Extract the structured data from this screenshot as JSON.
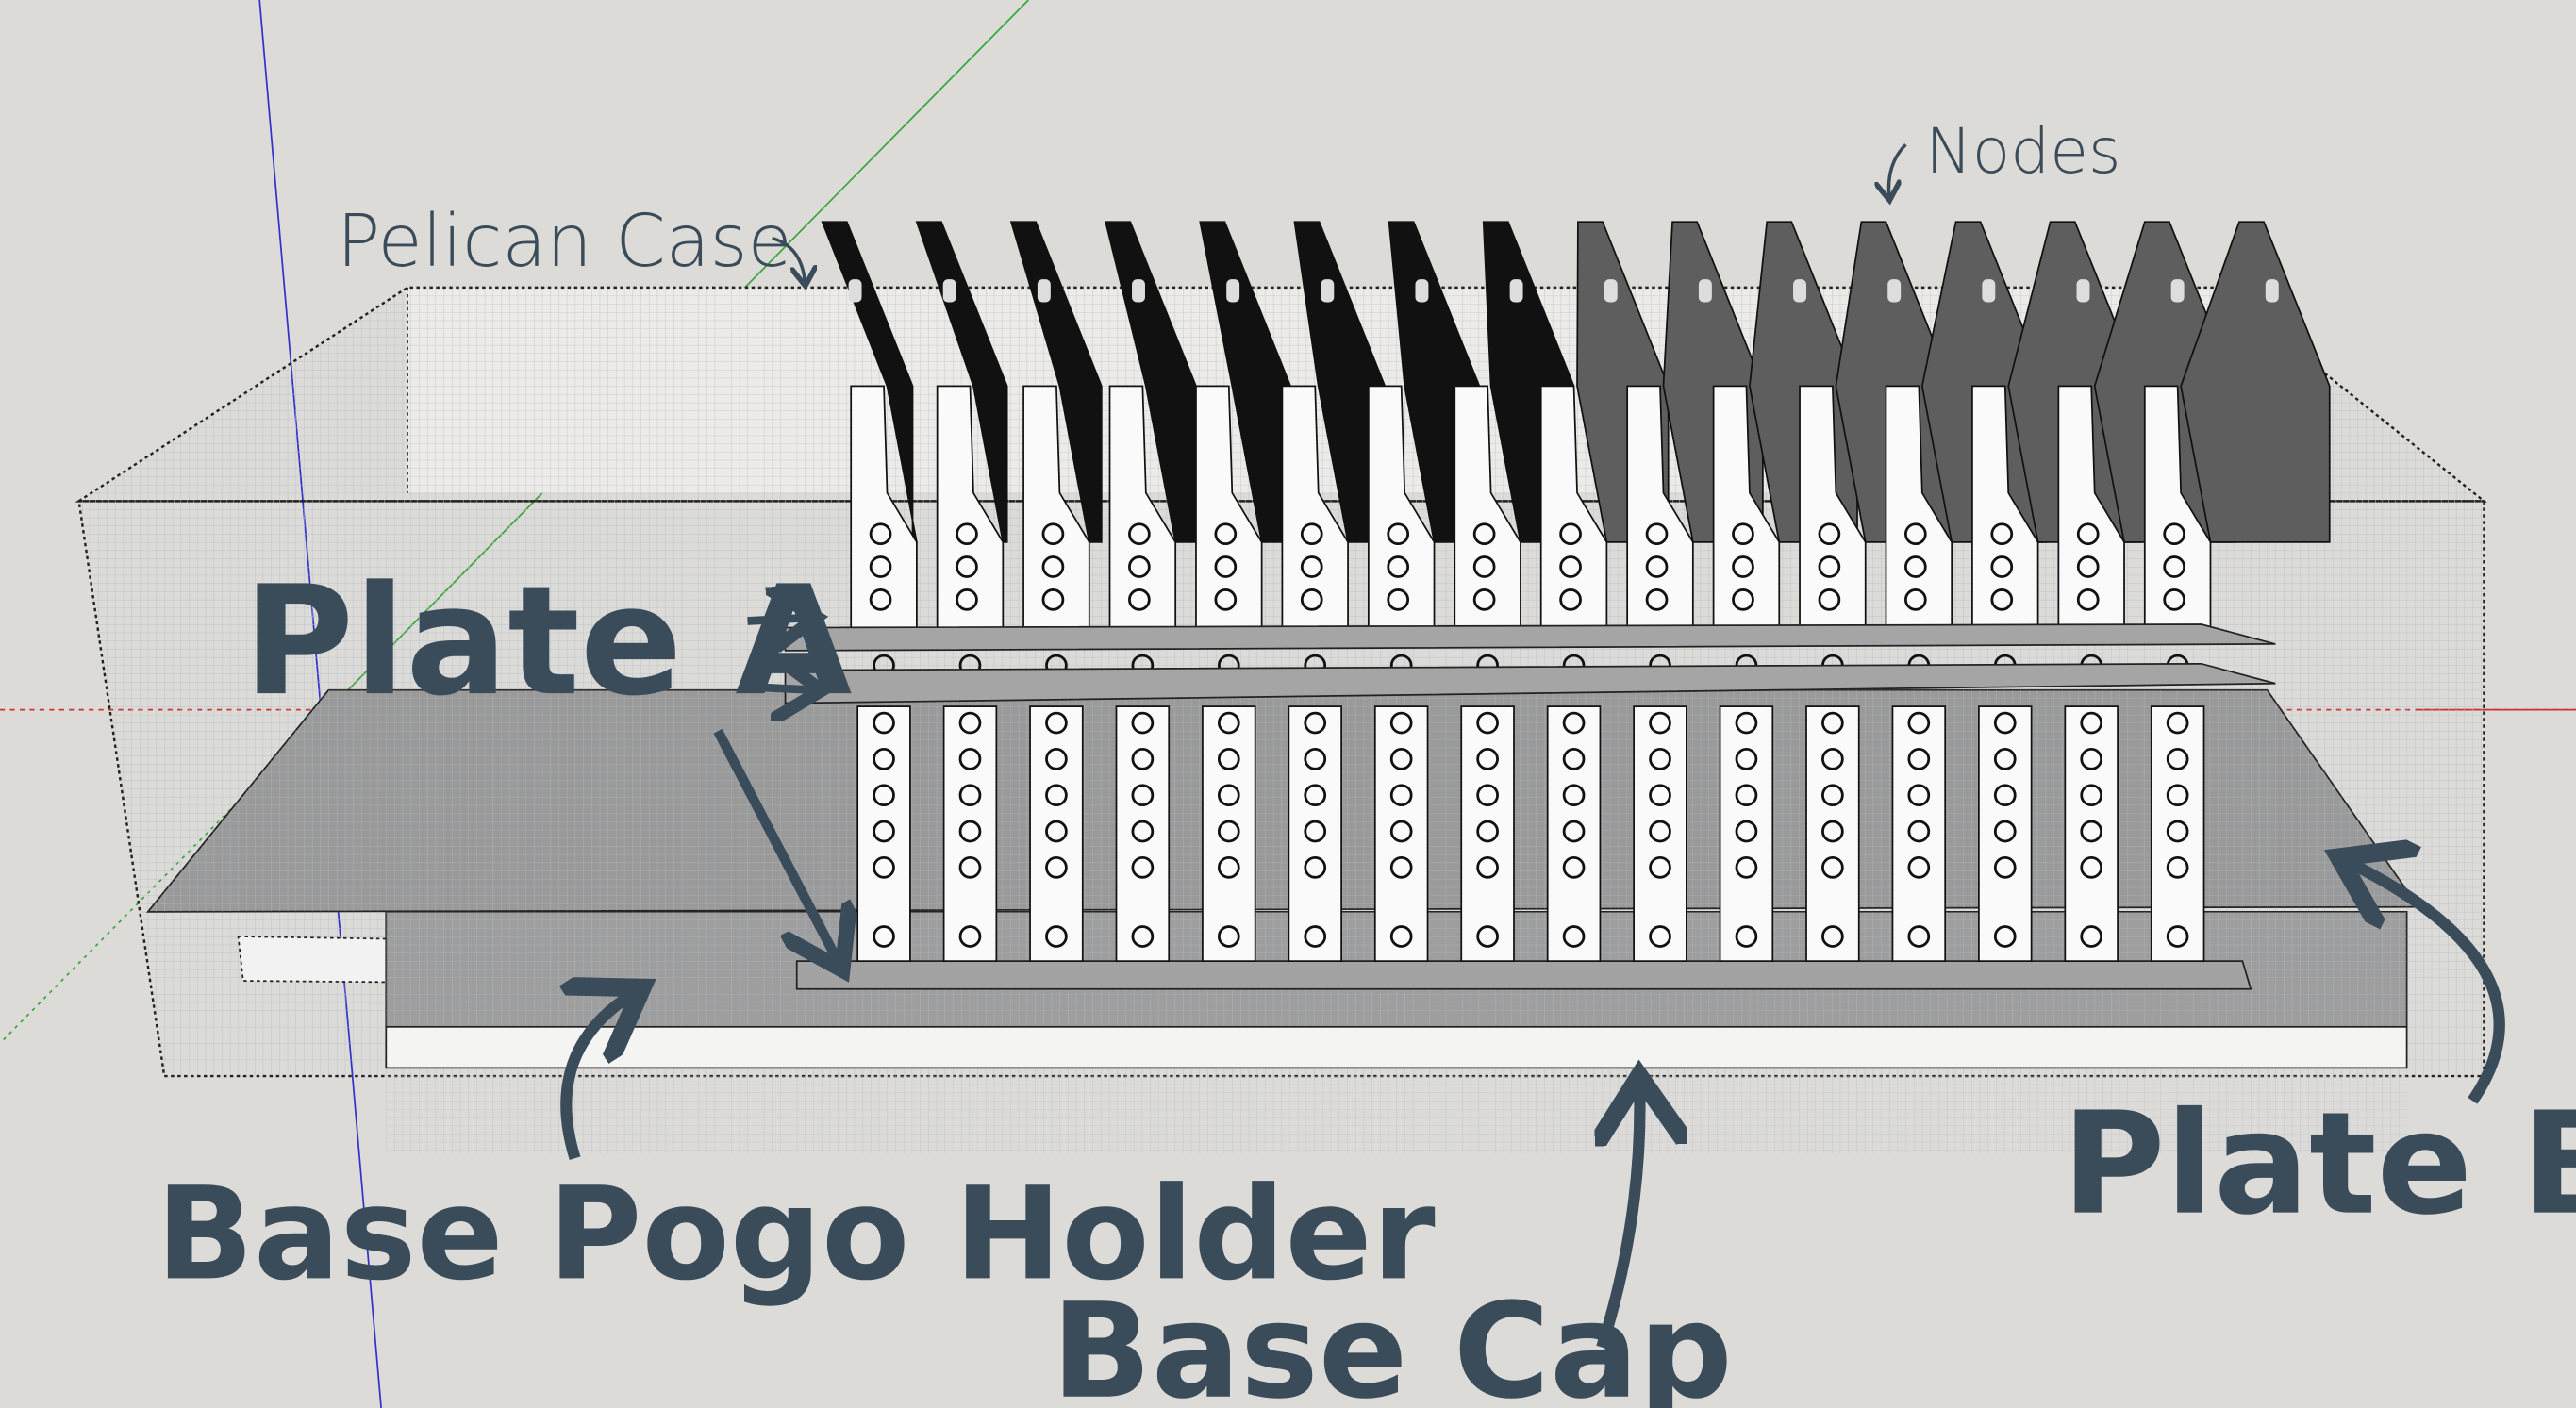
{
  "annotations": {
    "pelican_case": "Pelican Case",
    "nodes": "Nodes",
    "plate_a": "Plate A",
    "plate_b": "Plate B",
    "base_pogo_holder": "Base Pogo Holder",
    "base_cap": "Base Cap"
  },
  "model": {
    "node_count": 16
  },
  "colors": {
    "background": "#dcdbd7",
    "ink": "#3a4b5a",
    "plate": "#9a9a9a",
    "fin_dark": "#111111",
    "fin_gray": "#5e5e5e"
  }
}
